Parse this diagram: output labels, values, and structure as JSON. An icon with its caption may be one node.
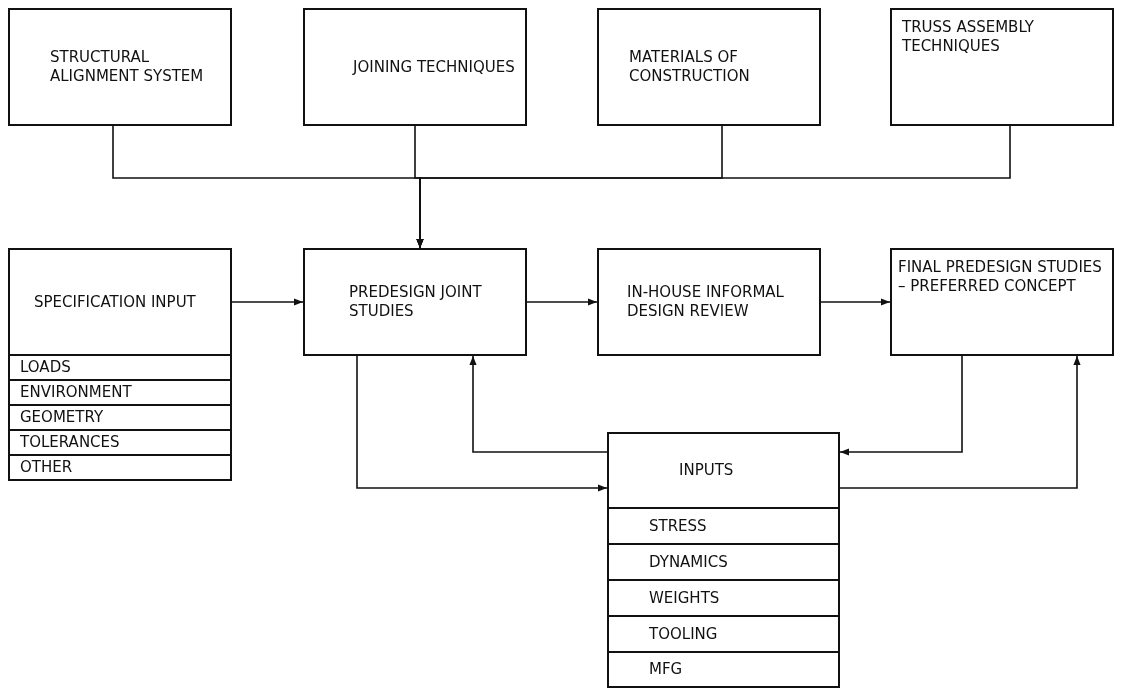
{
  "diagram": {
    "nodes": [
      {
        "text": [
          "STRUCTURAL ALIGNMENT SYSTEM"
        ]
      },
      {
        "text": [
          "JOINING TECHNIQUES"
        ]
      },
      {
        "text": [
          "MATERIALS OF CONSTRUCTION"
        ]
      },
      {
        "text": [
          "TRUSS ASSEMBLY TECHNIQUES"
        ]
      },
      {
        "text": [
          "SPECIFICATION INPUT"
        ]
      },
      {
        "text": [
          "LOADS"
        ]
      },
      {
        "text": [
          "ENVIRONMENT"
        ]
      },
      {
        "text": [
          "GEOMETRY"
        ]
      },
      {
        "text": [
          "TOLERANCES"
        ]
      },
      {
        "text": [
          "OTHER"
        ]
      },
      {
        "text": [
          "PREDESIGN JOINT STUDIES"
        ]
      },
      {
        "text": [
          "IN-HOUSE INFORMAL DESIGN REVIEW"
        ]
      },
      {
        "text": [
          "FINAL PREDESIGN STUDIES – PREFERRED CONCEPT"
        ]
      },
      {
        "text": [
          "INPUTS"
        ]
      },
      {
        "text": [
          "STRESS"
        ]
      },
      {
        "text": [
          "DYNAMICS"
        ]
      },
      {
        "text": [
          "WEIGHTS"
        ]
      },
      {
        "text": [
          "TOOLING"
        ]
      },
      {
        "text": [
          "MFG"
        ]
      }
    ],
    "edges": [
      {
        "from": 0,
        "to": 10,
        "arrow": "to"
      },
      {
        "from": 1,
        "to": 10,
        "arrow": "to"
      },
      {
        "from": 2,
        "to": 10,
        "arrow": "to"
      },
      {
        "from": 3,
        "to": 10,
        "arrow": "to"
      },
      {
        "from": 4,
        "to": 10,
        "arrow": "to"
      },
      {
        "from": 10,
        "to": 11,
        "arrow": "to"
      },
      {
        "from": 11,
        "to": 12,
        "arrow": "to"
      },
      {
        "from": 10,
        "to": 13,
        "arrow": "to"
      },
      {
        "from": 13,
        "to": 10,
        "arrow": "to"
      },
      {
        "from": 12,
        "to": 13,
        "arrow": "to"
      },
      {
        "from": 13,
        "to": 12,
        "arrow": "to"
      }
    ]
  }
}
